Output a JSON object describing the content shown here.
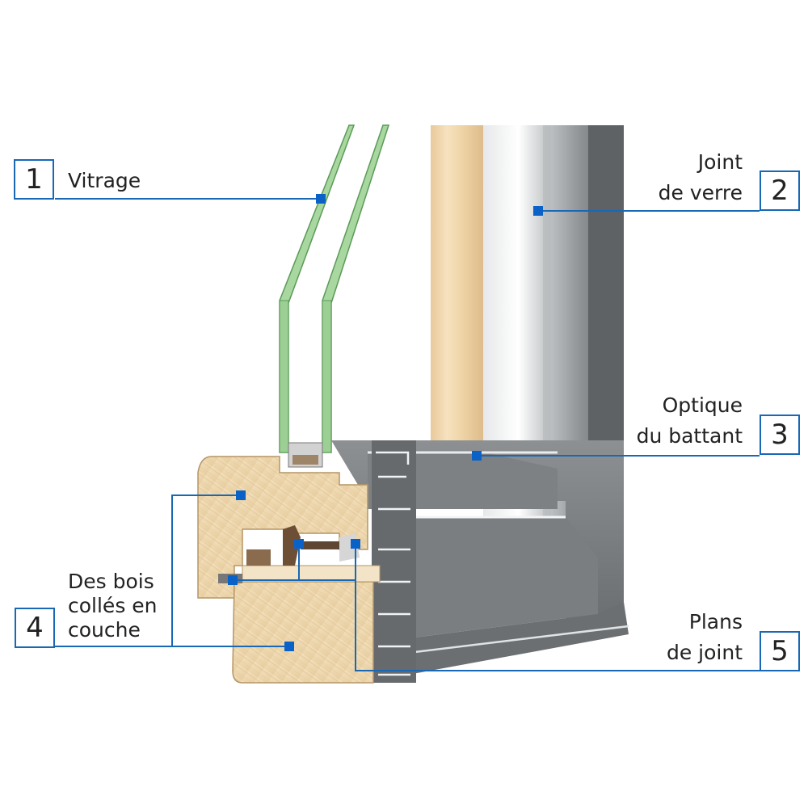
{
  "colors": {
    "callout_blue": "#1868b5",
    "marker_blue": "#0a62c9",
    "text": "#222222",
    "wood_light": "#f1ddb6",
    "wood_dark": "#d9bd8a",
    "aluminium": "#7b7e80",
    "aluminium_dark": "#5a5d5f",
    "glass": "#a8d8a0"
  },
  "callouts": [
    {
      "number": "1",
      "lines": [
        "Vitrage"
      ]
    },
    {
      "number": "2",
      "lines": [
        "Joint",
        "de verre"
      ]
    },
    {
      "number": "3",
      "lines": [
        "Optique",
        "du battant"
      ]
    },
    {
      "number": "4",
      "lines": [
        "Des bois",
        "collés en",
        "couche"
      ]
    },
    {
      "number": "5",
      "lines": [
        "Plans",
        "de joint"
      ]
    }
  ]
}
